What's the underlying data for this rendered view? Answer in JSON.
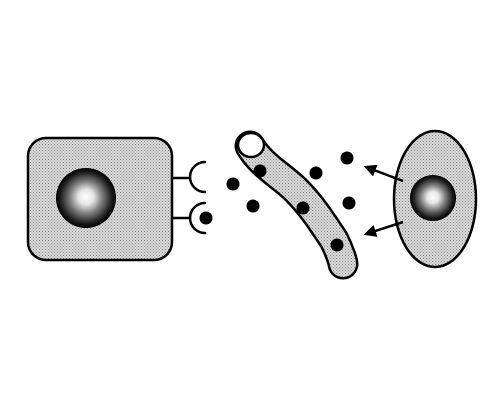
{
  "diagram": {
    "colors": {
      "outline": "#000000",
      "fill_stipple": "#d4d4d4",
      "background": "#ffffff",
      "nucleus_highlight": "#ffffff",
      "nucleus_shadow": "#000000"
    },
    "elements": [
      "secreting-cell",
      "secreting-cell-nucleus",
      "cell-surface-receptors",
      "signal-molecules",
      "blood-vessel",
      "target-cell",
      "target-cell-nucleus",
      "release-arrows"
    ]
  }
}
